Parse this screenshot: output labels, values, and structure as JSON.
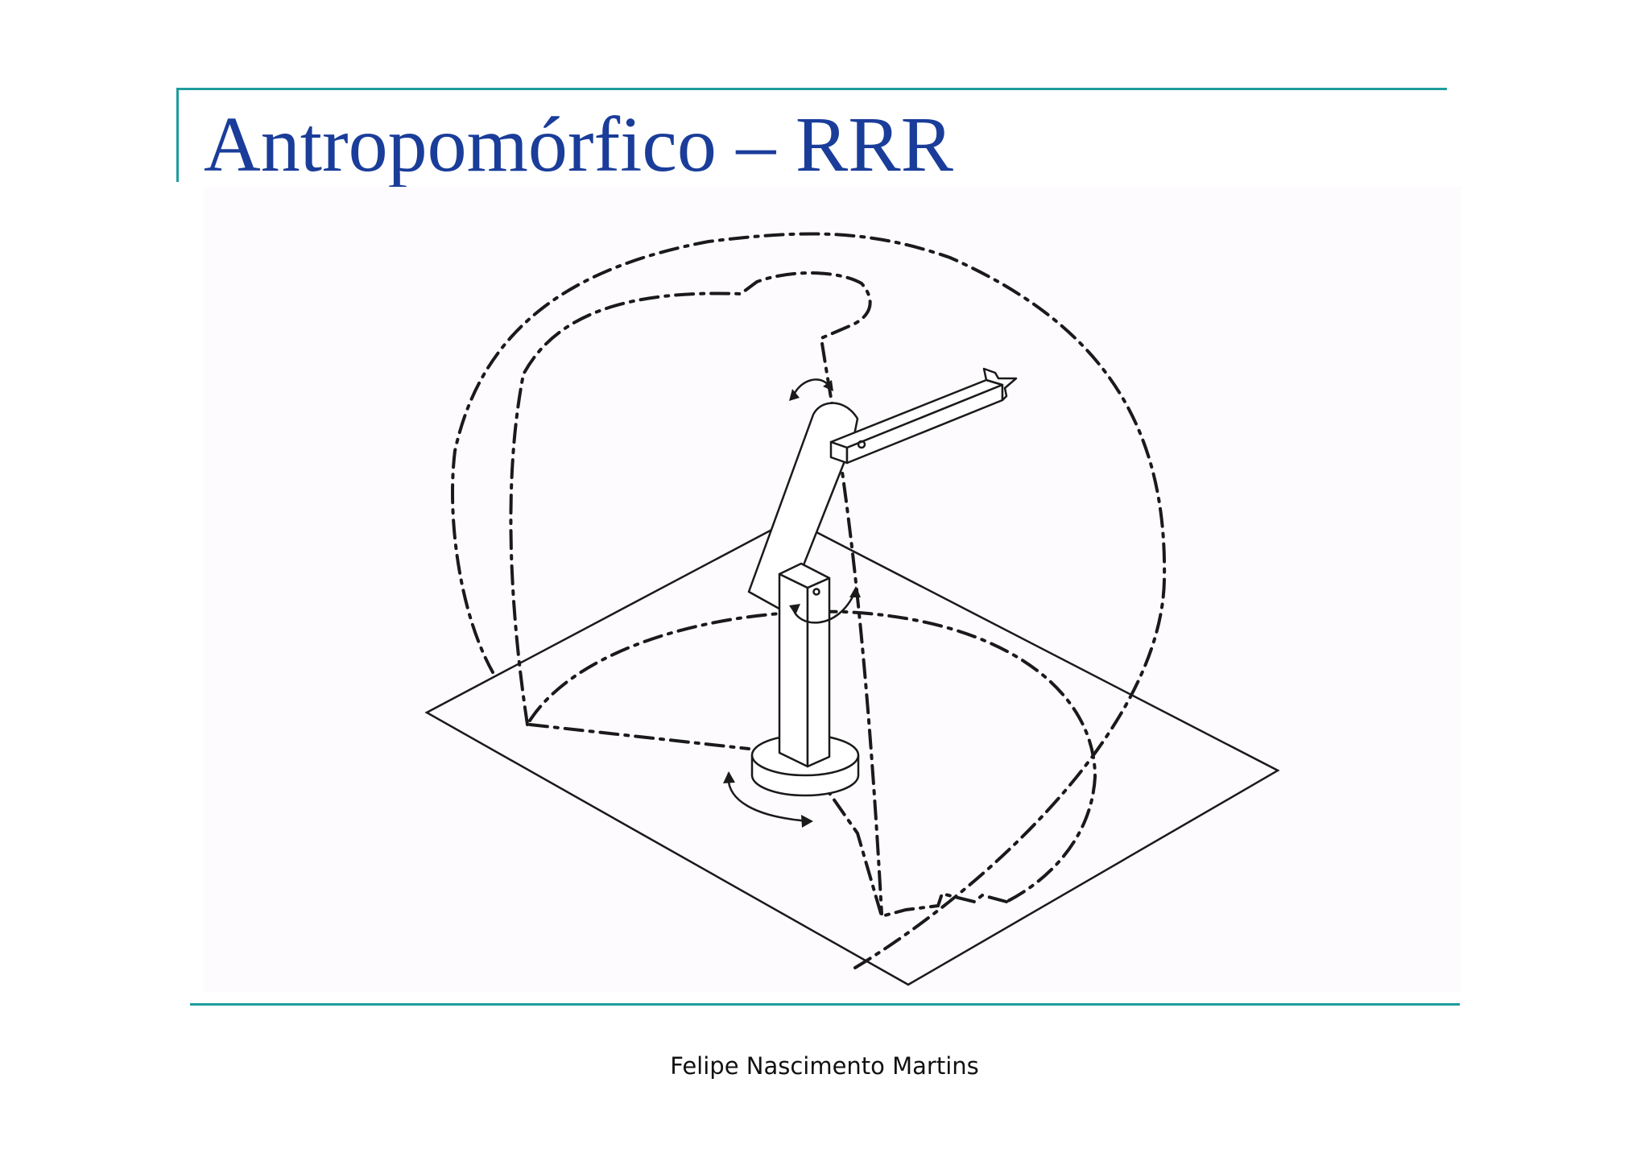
{
  "slide": {
    "title": "Antropomórfico – RRR",
    "footer": "Felipe Nascimento Martins"
  },
  "colors": {
    "accent_rule": "#1e9d9d",
    "title_text": "#1a3d9a",
    "footer_text": "#111111",
    "figure_background": "#fdfbfe"
  },
  "figure": {
    "depicts": "anthropomorphic RRR robot arm on a base plane with its dash-dot workspace outline"
  }
}
